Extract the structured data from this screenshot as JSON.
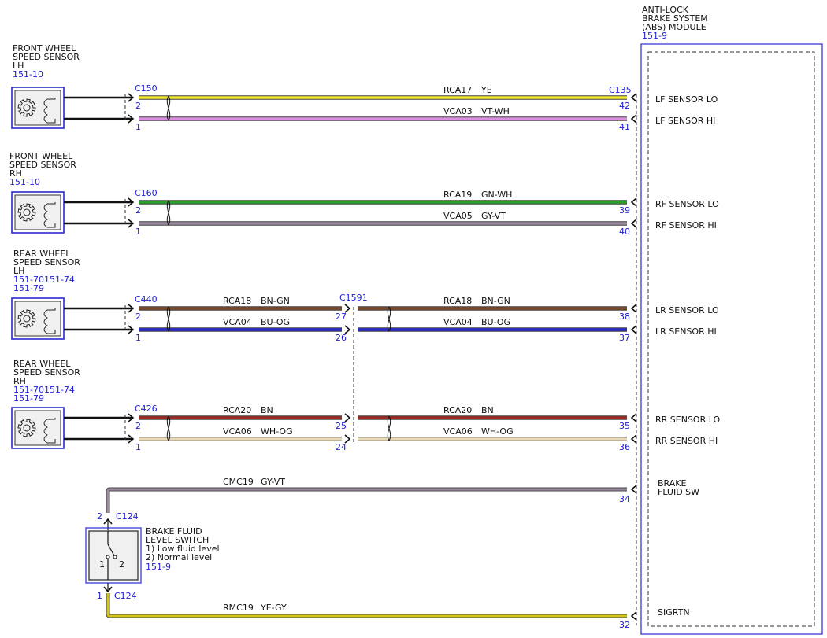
{
  "abs_module": {
    "title_lines": [
      "ANTI-LOCK",
      "BRAKE SYSTEM",
      "(ABS) MODULE"
    ],
    "ref": "151-9",
    "connector": "C135"
  },
  "sensors": [
    {
      "title_lines": [
        "FRONT WHEEL",
        "SPEED SENSOR",
        "LH"
      ],
      "refs": [
        "151-10"
      ],
      "connector": "C150",
      "pin_top": "2",
      "pin_bottom": "1"
    },
    {
      "title_lines": [
        "FRONT WHEEL",
        "SPEED SENSOR",
        "RH"
      ],
      "refs": [
        "151-10"
      ],
      "connector": "C160",
      "pin_top": "2",
      "pin_bottom": "1"
    },
    {
      "title_lines": [
        "REAR WHEEL",
        "SPEED SENSOR",
        "LH"
      ],
      "refs": [
        "151-70151-74",
        "151-79"
      ],
      "connector": "C440",
      "pin_top": "2",
      "pin_bottom": "1"
    },
    {
      "title_lines": [
        "REAR WHEEL",
        "SPEED SENSOR",
        "RH"
      ],
      "refs": [
        "151-70151-74",
        "151-79"
      ],
      "connector": "C426",
      "pin_top": "2",
      "pin_bottom": "1"
    }
  ],
  "inline_connector": {
    "name": "C1591",
    "pins": [
      "27",
      "26",
      "25",
      "24"
    ]
  },
  "wires": [
    {
      "circuit": "RCA17",
      "color": "YE",
      "stroke": "#f2ea2a",
      "abs_pin": "42",
      "signal": "LF SENSOR LO"
    },
    {
      "circuit": "VCA03",
      "color": "VT-WH",
      "stroke": "#dc8ee0",
      "abs_pin": "41",
      "signal": "LF SENSOR HI"
    },
    {
      "circuit": "RCA19",
      "color": "GN-WH",
      "stroke": "#2aa02a",
      "abs_pin": "39",
      "signal": "RF SENSOR LO"
    },
    {
      "circuit": "VCA05",
      "color": "GY-VT",
      "stroke": "#9a8a9e",
      "abs_pin": "40",
      "signal": "RF SENSOR HI"
    },
    {
      "circuit": "RCA18",
      "color": "BN-GN",
      "stroke": "#7a4a2a",
      "abs_pin": "38",
      "signal": "LR SENSOR LO"
    },
    {
      "circuit": "VCA04",
      "color": "BU-OG",
      "stroke": "#2a2ad0",
      "abs_pin": "37",
      "signal": "LR SENSOR HI"
    },
    {
      "circuit": "RCA20",
      "color": "BN",
      "stroke": "#9a2a22",
      "abs_pin": "35",
      "signal": "RR SENSOR LO"
    },
    {
      "circuit": "VCA06",
      "color": "WH-OG",
      "stroke": "#e8d8b8",
      "abs_pin": "36",
      "signal": "RR SENSOR HI"
    }
  ],
  "brake_fluid": {
    "switch_lines": [
      "BRAKE FLUID",
      "LEVEL SWITCH",
      "1) Low fluid level",
      "2) Normal level"
    ],
    "ref": "151-9",
    "connector": "C124",
    "pin_top": "2",
    "pin_bottom": "1",
    "switch_pos_1": "1",
    "switch_pos_2": "2",
    "wire_top": {
      "circuit": "CMC19",
      "color": "GY-VT",
      "stroke": "#9a8a9e",
      "abs_pin": "34",
      "signal_lines": [
        "BRAKE",
        "FLUID SW"
      ]
    },
    "wire_bottom": {
      "circuit": "RMC19",
      "color": "YE-GY",
      "stroke": "#d4c41a",
      "abs_pin": "32",
      "signal_lines": [
        "SIGRTN"
      ]
    }
  }
}
